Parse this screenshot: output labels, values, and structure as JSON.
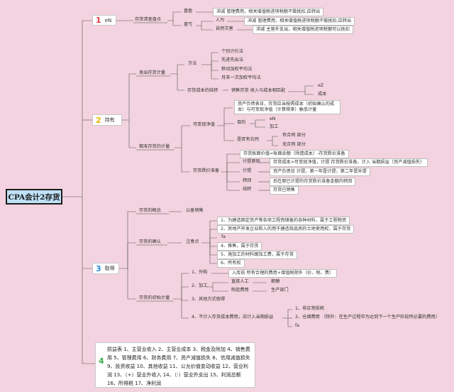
{
  "root": "CPA会计2存货",
  "sections": [
    {
      "num": "1",
      "label": "eN",
      "color": "#d93b3b"
    },
    {
      "num": "2",
      "label": "持有",
      "color": "#e6b400"
    },
    {
      "num": "3",
      "label": "取得",
      "color": "#2a8fd9"
    },
    {
      "num": "4",
      "label": "",
      "color": "#3bb04a"
    }
  ],
  "s1": {
    "title": "存货清查盘点",
    "pan_ying": "盘盈",
    "pan_ying_note": "冲减 管理费用，相关增值税进项税额不做抵扣,应转出",
    "pan_kui": "盘亏",
    "ren_wei": "人为",
    "ren_wei_note": "冲减 管理费用，相关增值税进项税额不做抵扣,应转出",
    "zi_ran": "自然灾害",
    "zi_ran_note": "冲减 主营外支出，相关增值税进项税额可以抵扣"
  },
  "s2": {
    "fa_chu": "发出存货计量",
    "fang_fa": "方法",
    "methods": [
      "个别计价法",
      "先进先出法",
      "移动加权平均法",
      "月末一次加权平均法"
    ],
    "cost_carry": "存货成本的结转",
    "sale": "销售存货 收入与成本相匹配",
    "ez": "eZ",
    "cost": "成本",
    "qi_mo": "期末存货的计量",
    "nrv": "可变现净值",
    "nrv_note": "资产负债表日，存货应当按照成本（初始确认的成本）与可变现净值（计算得来）孰低计量",
    "mu_di": "目的",
    "en": "eN",
    "jia_gong": "加工",
    "contract_q": "是否有合同",
    "has_contract": "有合同 部分",
    "no_contract": "无合同 部分",
    "provision": "存货跌价准备",
    "prov_items": [
      {
        "label": "",
        "note": "存货账面价值=账面余额（除遗成本）-存货跌价准备"
      },
      {
        "label": "计提原则",
        "note": "存货成本>可变现净值，计提 存货跌价准备，计入 当期损益（资产减值损失）"
      },
      {
        "label": "计提",
        "note": "资产负债日 计提，第一年是计提，第二年是补提"
      },
      {
        "label": "转回",
        "note": "后在原已计提的存货跌价准备金额内转回"
      },
      {
        "label": "结转",
        "note": "存货已销售"
      }
    ]
  },
  "s3": {
    "concept": "存货的概念",
    "concept_note": "以备销售",
    "confirm": "存货的确认",
    "attention": "注意点",
    "points": [
      "1、为建造固定资产等各项工程而储备的各种材料，属于工程物资",
      "2、房地产开发企业购入的用于建造商品房的土地使用权，属于存货",
      "fa",
      "4、推售，属于存货",
      "5、施加工的材料跟加工费，属于存货",
      "6、所有权"
    ],
    "initial": "存货的初始计量",
    "purchase": "1、外购",
    "purchase_note": "入库前 所有合理的费用+增值税除外（价、税、费）",
    "process": "2、加工",
    "direct": "直接人工",
    "direct_note": "薪酬",
    "mfg": "制造费用",
    "mfg_note": "生产部门",
    "other": "3、其他方式取得",
    "excluded": "4、不计入存货成本费用，应计入当期损益",
    "excl_items": [
      "1、非正常损耗",
      "2、仓储费用 （除外：在生产过程中为达到下一个生产阶段所必要的费用）",
      "fa"
    ]
  },
  "s4": {
    "text": "损益表 1、主营业收入 2、主营业成本 3、税金及附加 4、销售费用 5、管理费用 6、财务费用 7、资产减值损失 8、信用减值损失 9、投资收益 10、其他收益 11、公允价值变动收益 12、营业利润 13、（+）营业外收入 14、（-）营业外支出 15、利润总额 16、所得税 17、净利润"
  }
}
